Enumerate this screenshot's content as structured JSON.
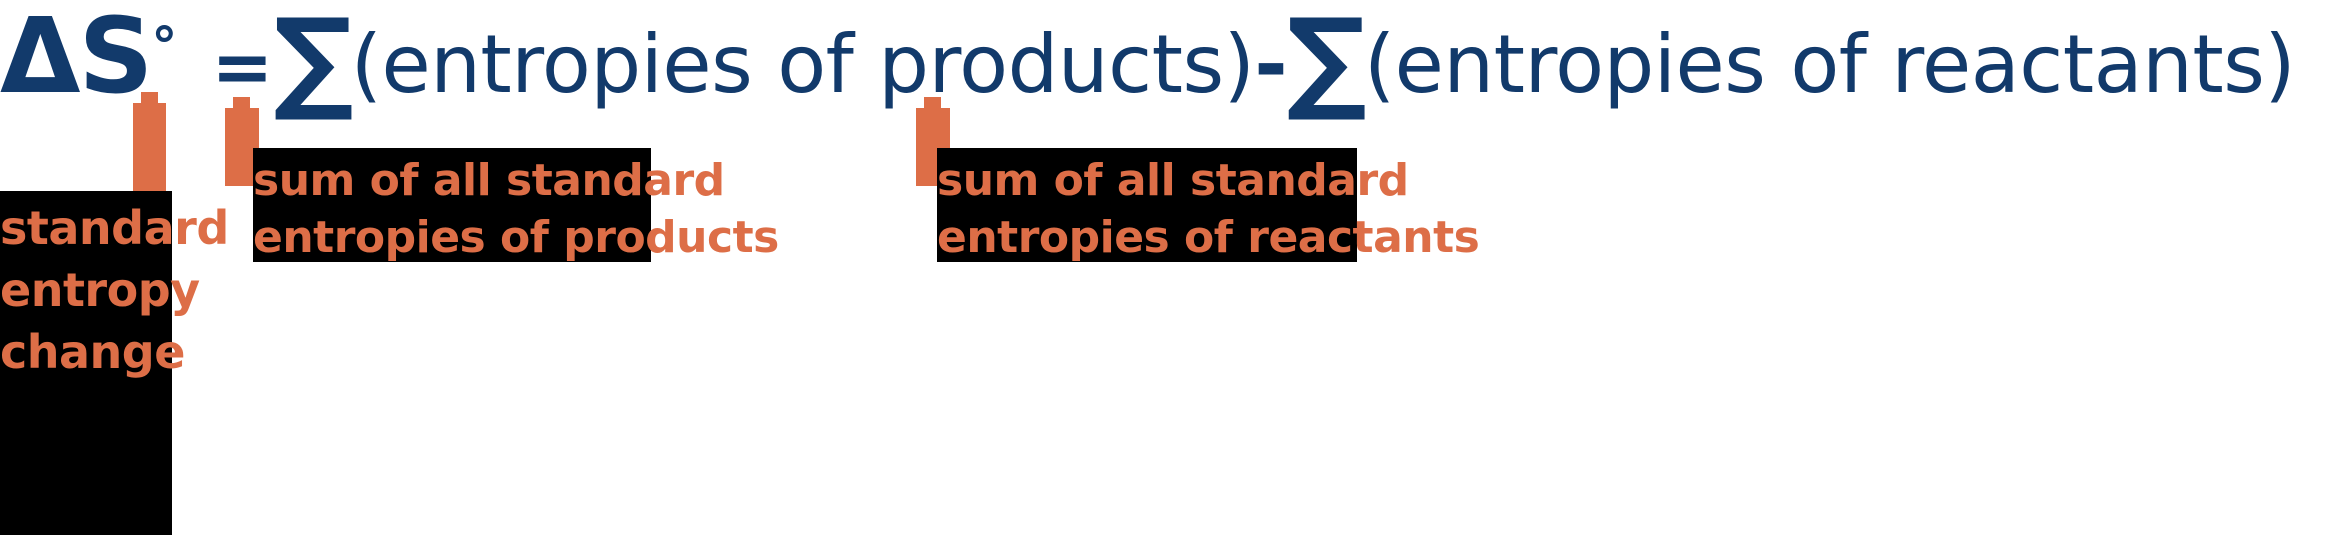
{
  "colors": {
    "formula_blue": "#123A6B",
    "annotation_orange": "#DD6E47",
    "label_background": "#000000",
    "page_background": "#FFFFFF"
  },
  "formula": {
    "full_text": "ΔS° = ∑(entropies of products) - ∑(entropies of reactants)",
    "delta_symbol": "ΔS",
    "degree_symbol": "°",
    "equals_sign": "=",
    "sigma_symbol_1": "∑",
    "products_term": "(entropies of products)",
    "minus_sign": "-",
    "sigma_symbol_2": "∑",
    "reactants_term": "(entropies of reactants)"
  },
  "annotations": [
    {
      "id": "standard-entropy-change",
      "target": "ΔS°",
      "lines": [
        "standard",
        "entropy",
        "change"
      ]
    },
    {
      "id": "sum-of-products",
      "target": "∑(entropies of products)",
      "lines": [
        "sum of all standard",
        "entropies of products"
      ]
    },
    {
      "id": "sum-of-reactants",
      "target": "∑(entropies of reactants)",
      "lines": [
        "sum of all standard",
        "entropies of reactants"
      ]
    }
  ]
}
